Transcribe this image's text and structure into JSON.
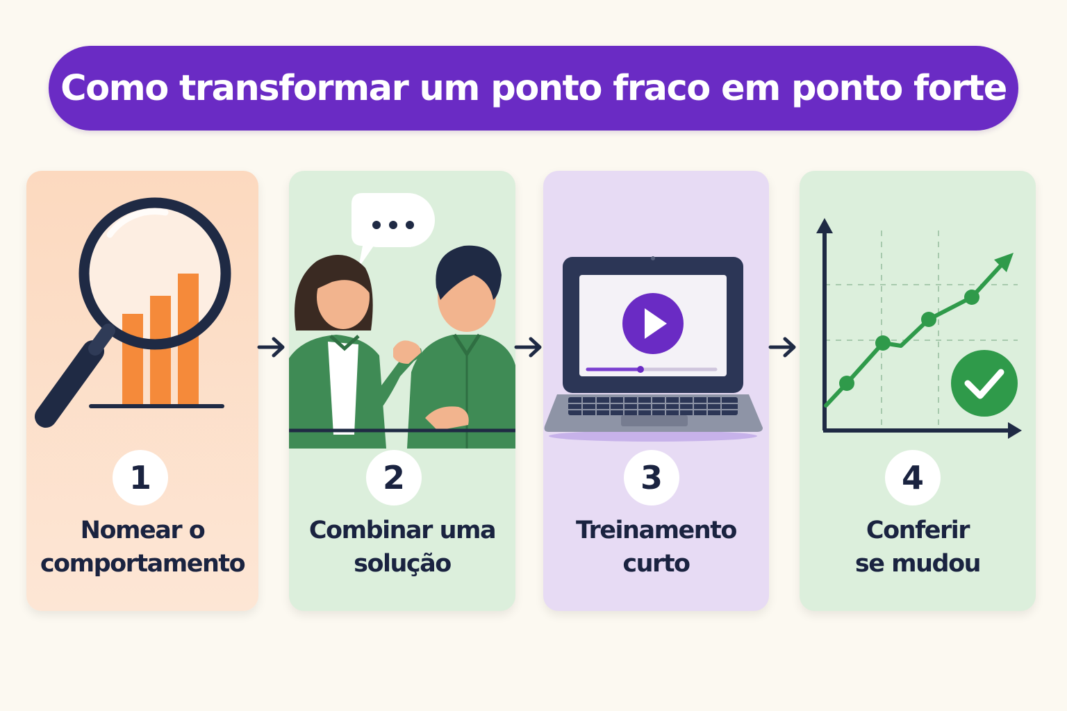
{
  "title": "Como transformar um ponto fraco em ponto forte",
  "steps": [
    {
      "number": "1",
      "line1": "Nomear o",
      "line2": "comportamento",
      "icon": "magnifier-bar-chart-icon"
    },
    {
      "number": "2",
      "line1": "Combinar uma",
      "line2": "solução",
      "icon": "conversation-icon"
    },
    {
      "number": "3",
      "line1": "Treinamento",
      "line2": "curto",
      "icon": "laptop-video-icon"
    },
    {
      "number": "4",
      "line1": "Conferir",
      "line2": "se mudou",
      "icon": "rising-chart-check-icon"
    }
  ],
  "colors": {
    "title_bg": "#6a2bc4",
    "card1": "#fcd9bf",
    "card2": "#dcefdc",
    "card3": "#e7dbf4",
    "card4": "#dcefdc",
    "text": "#1a2340",
    "orange": "#f58a3a",
    "green": "#2f9a4a",
    "purple": "#6a2bc4"
  }
}
